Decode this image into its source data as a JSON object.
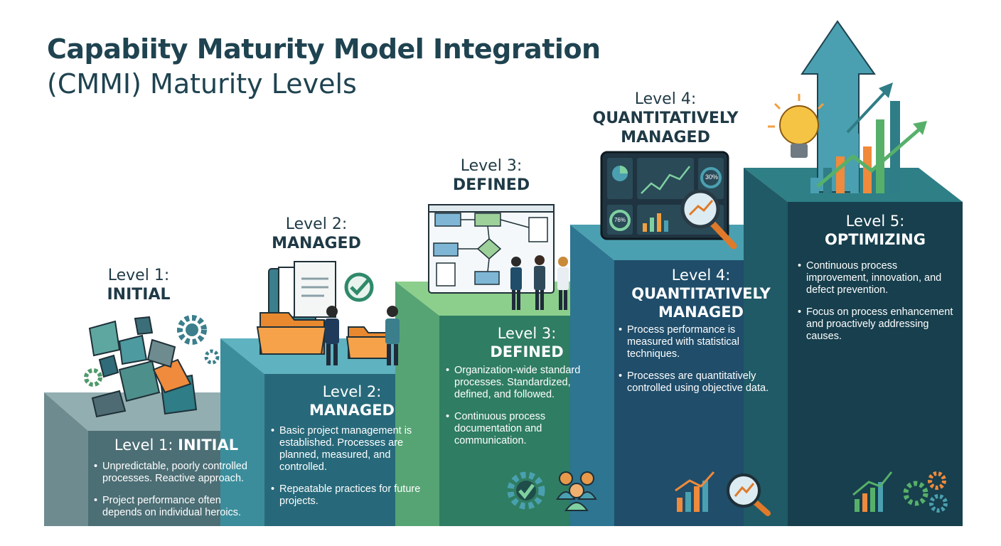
{
  "title": {
    "line1": "Capabiity Maturity Model Integration",
    "line2": "(CMMI) Maturity Levels"
  },
  "levels": [
    {
      "level": "Level 1:",
      "name": "INITIAL",
      "panel_label": "Level 1:",
      "color": "#4c6e75",
      "bullets": [
        "Unpredictable, poorly controlled processes. Reactive approach.",
        "Project performance often depends on individual heroics."
      ]
    },
    {
      "level": "Level 2:",
      "name": "MANAGED",
      "color": "#27697a",
      "bullets": [
        "Basic project management is established. Processes are planned, measured, and controlled.",
        "Repeatable practices for future projects."
      ]
    },
    {
      "level": "Level 3:",
      "name": "DEFINED",
      "color": "#2f7d62",
      "bullets": [
        "Organization-wide standard processes. Standardized, defined, and followed.",
        "Continuous process documentation and communication."
      ]
    },
    {
      "level": "Level 4:",
      "name": "QUANTITATIVELY MANAGED",
      "name_line1": "QUANTITATIVELY",
      "name_line2": "MANAGED",
      "color": "#1f4d6a",
      "bullets": [
        "Process performance is measured with statistical techniques.",
        "Processes are quantitatively controlled using objective data."
      ]
    },
    {
      "level": "Level 5:",
      "name": "OPTIMIZING",
      "color": "#173f4d",
      "bullets": [
        "Continuous process improvement, innovation, and defect prevention.",
        "Focus on process enhancement and proactively addressing causes."
      ]
    }
  ],
  "dashboard": {
    "pct_a": "30%",
    "pct_b": "76%"
  },
  "icons": [
    "broken-blocks-icon",
    "gear-icon",
    "folder-icon",
    "checkmark-icon",
    "flowchart-icon",
    "team-icon",
    "dashboard-icon",
    "magnifier-icon",
    "lightbulb-icon",
    "arrow-up-icon",
    "bar-chart-icon"
  ]
}
